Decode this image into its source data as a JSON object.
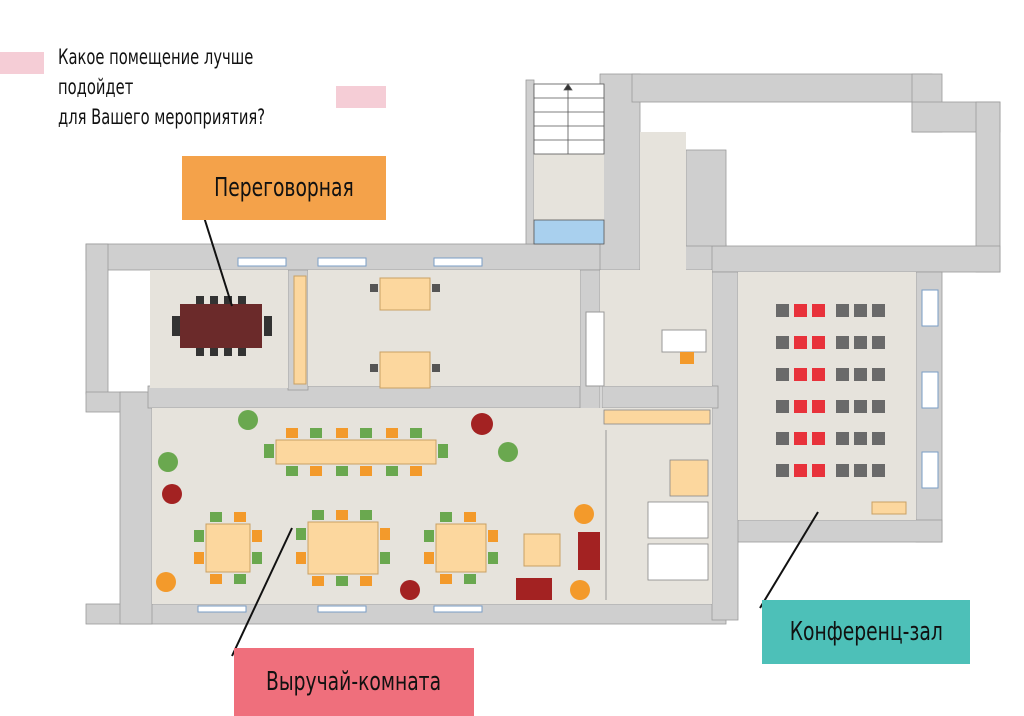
{
  "title": {
    "line1": "Какое помещение лучше подойдет",
    "line2": "для Вашего мероприятия?"
  },
  "rooms": {
    "meeting_room": "Переговорная",
    "helper_room": "Выручай-комната",
    "conference_hall": "Конференц-зал"
  },
  "colors": {
    "meeting_label": "#f4a24a",
    "helper_label": "#ef6f7c",
    "conference_label": "#4dc0b8",
    "deco_pink": "#f5cdd6",
    "wall": "#cfcfcf",
    "floor": "#e6e3dc",
    "table": "#fcd79e",
    "chair_green": "#6aa84f",
    "chair_orange": "#f39a2b",
    "seat_red": "#e8323b",
    "seat_grey": "#6a6a6a",
    "boardroom_table": "#6b2a2a"
  }
}
